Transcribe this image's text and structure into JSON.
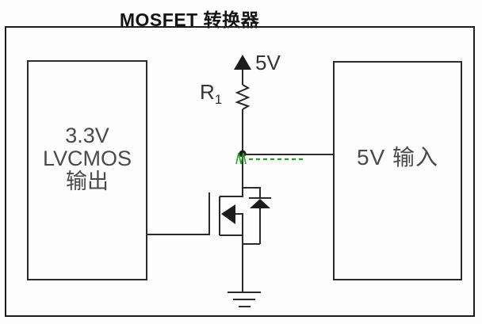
{
  "title": "MOSFET 转换器",
  "boxes": {
    "left": {
      "lines": [
        "3.3V",
        "LVCMOS",
        "输出"
      ]
    },
    "right": {
      "label": "5V 输入"
    }
  },
  "labels": {
    "supply_voltage": "5V",
    "resistor_name": "R",
    "resistor_subscript": "1"
  },
  "symbols": {
    "supply_arrow": "filled-up-triangle-5v-rail",
    "resistor": "zigzag-resistor",
    "junction": "solder-dot-node",
    "transistor": "n-channel-mosfet",
    "body_diode": "up-pointing-diode",
    "ground": "three-bar-earth-ground",
    "annotation": "green-squiggle-underline"
  },
  "colors": {
    "wire": "#2b2b2b",
    "fill": "#1d1d1d",
    "green_mark": "#23a023",
    "background": "#fdfdfd",
    "box_text": "#4a4a4a"
  }
}
